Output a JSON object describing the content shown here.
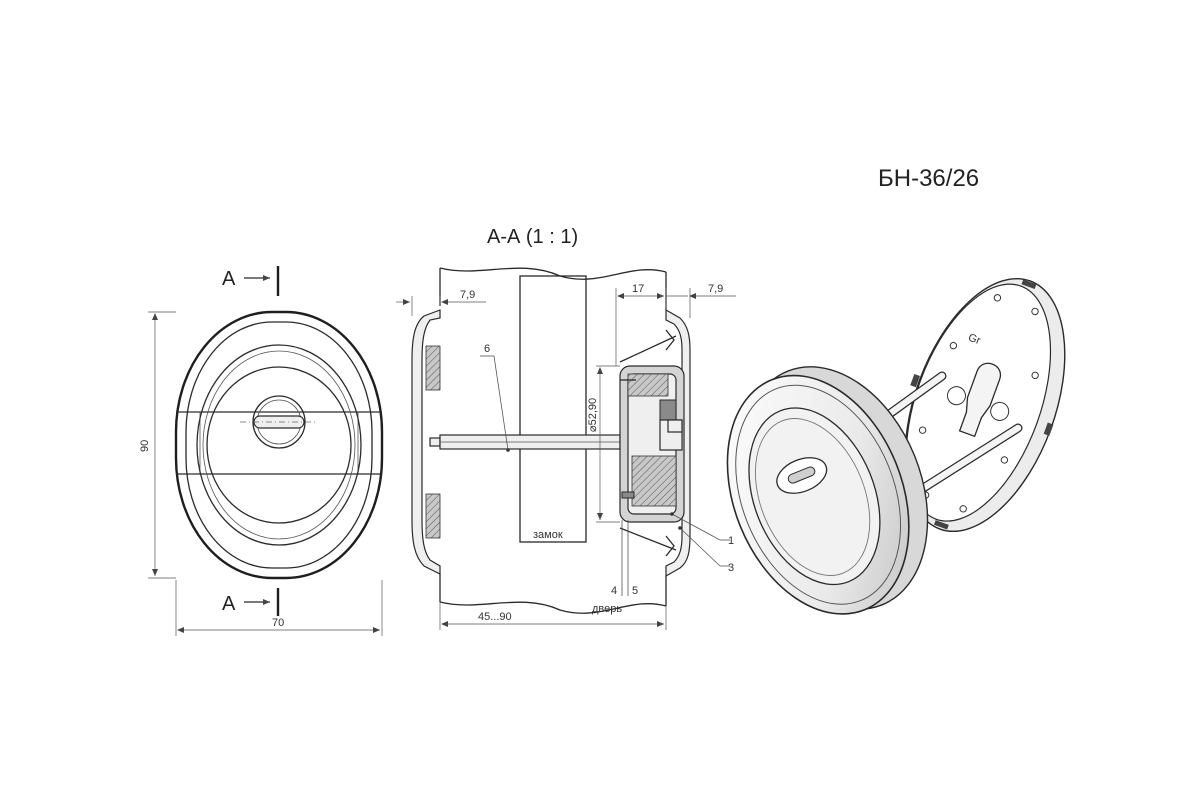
{
  "model": "БН-36/26",
  "section_title": "А-А  (1 : 1)",
  "section_marks": {
    "top": "А",
    "bottom": "А"
  },
  "front_view": {
    "height_label": "90",
    "width_label": "70"
  },
  "section_view": {
    "left_offset_label": "7,9",
    "right_offset_label": "7,9",
    "depth_label": "17",
    "diameter_label": "⌀52,90",
    "door_thickness_label": "45...90",
    "lock_label": "замок",
    "door_label": "дверь",
    "callouts": [
      "6",
      "1",
      "3",
      "4",
      "5"
    ]
  },
  "iso_view": {
    "logo_text": "Gr"
  }
}
